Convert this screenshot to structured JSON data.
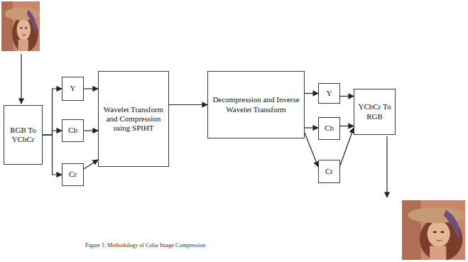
{
  "diagram": {
    "caption": "Figure 1: Methodology of Color Image Compression",
    "nodes": [
      {
        "text": [
          "RGB To YCbCr"
        ]
      },
      {
        "text": [
          "Y"
        ]
      },
      {
        "text": [
          "Cb"
        ]
      },
      {
        "text": [
          "Cr"
        ]
      },
      {
        "text": [
          "Wavelet Transform and Compression using SPIHT"
        ]
      },
      {
        "text": [
          "Decompression and Inverse Wavelet Transform"
        ]
      },
      {
        "text": [
          "Y"
        ]
      },
      {
        "text": [
          "Cb"
        ]
      },
      {
        "text": [
          "Cr"
        ]
      },
      {
        "text": [
          "YCbCr To RGB"
        ]
      }
    ],
    "edges": [
      {
        "from": 0,
        "to": 1,
        "arrow": "to"
      },
      {
        "from": 0,
        "to": 2,
        "arrow": "to"
      },
      {
        "from": 0,
        "to": 3,
        "arrow": "to"
      },
      {
        "from": 1,
        "to": 4,
        "arrow": "to"
      },
      {
        "from": 2,
        "to": 4,
        "arrow": "to"
      },
      {
        "from": 3,
        "to": 4,
        "arrow": "to"
      },
      {
        "from": 4,
        "to": 5,
        "arrow": "to"
      },
      {
        "from": 5,
        "to": 6,
        "arrow": "to"
      },
      {
        "from": 5,
        "to": 7,
        "arrow": "to"
      },
      {
        "from": 5,
        "to": 8,
        "arrow": "to"
      },
      {
        "from": 6,
        "to": 9,
        "arrow": "to"
      },
      {
        "from": 7,
        "to": 9,
        "arrow": "to"
      },
      {
        "from": 8,
        "to": 9,
        "arrow": "to"
      }
    ]
  }
}
